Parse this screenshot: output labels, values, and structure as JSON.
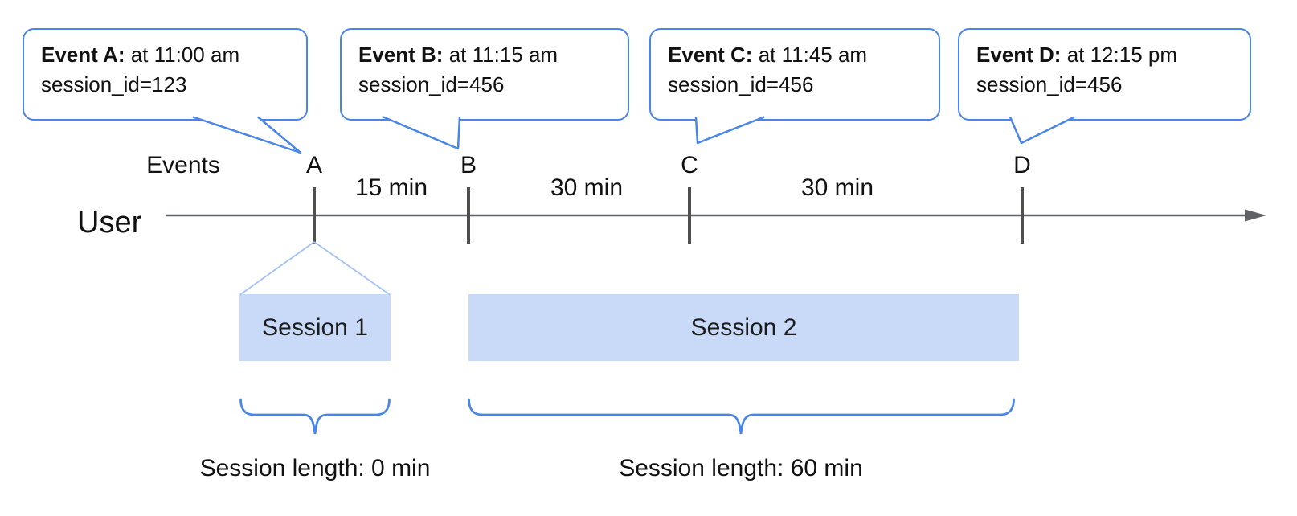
{
  "diagram": {
    "axis": {
      "events_label": "Events",
      "user_label": "User"
    },
    "events": [
      {
        "letter": "A",
        "callout_title": "Event A:",
        "callout_time": " at 11:00 am",
        "callout_session": "session_id=123"
      },
      {
        "letter": "B",
        "callout_title": "Event B:",
        "callout_time": " at 11:15 am",
        "callout_session": "session_id=456"
      },
      {
        "letter": "C",
        "callout_title": "Event C:",
        "callout_time": " at 11:45 am",
        "callout_session": "session_id=456"
      },
      {
        "letter": "D",
        "callout_title": "Event D:",
        "callout_time": " at 12:15 pm",
        "callout_session": "session_id=456"
      }
    ],
    "intervals": [
      {
        "label": "15 min"
      },
      {
        "label": "30 min"
      },
      {
        "label": "30 min"
      }
    ],
    "sessions": [
      {
        "name": "Session 1",
        "length_label": "Session length: 0 min"
      },
      {
        "name": "Session 2",
        "length_label": "Session length: 60 min"
      }
    ],
    "colors": {
      "callout_border": "#4a86e8",
      "session_fill": "#c9daf8",
      "brace": "#4a86e8",
      "expansion_line": "#a4c2f4",
      "timeline": "#5f6368",
      "tick": "#4f4f4f",
      "text": "#111111"
    }
  }
}
